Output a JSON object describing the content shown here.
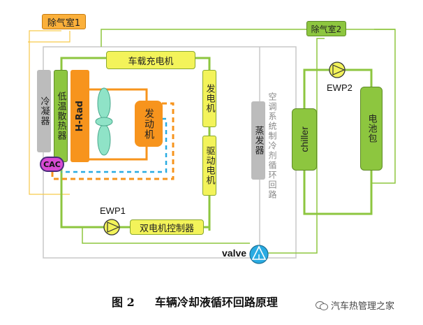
{
  "diagram": {
    "degas_chamber_1": "除气室1",
    "degas_chamber_2": "除气室2",
    "onboard_charger": "车载充电机",
    "condenser": "冷凝器",
    "low_temp_radiator": "低温散热器",
    "h_rad": "H-Rad",
    "engine": "发动机",
    "generator": "发电机",
    "drive_motor": "驱动电机",
    "evaporator": "蒸发器",
    "ac_loop_label": "空调系统制冷剂循环回路",
    "cac": "CAC",
    "ewp1": "EWP1",
    "ewp2": "EWP2",
    "dual_motor_controller": "双电机控制器",
    "chiller": "chiller",
    "battery_pack": "电池包",
    "valve": "valve"
  },
  "caption": {
    "figure_number": "图 2",
    "title": "车辆冷却液循环回路原理"
  },
  "watermark": {
    "text": "汽车热管理之家"
  },
  "colors": {
    "green_loop": "#8dc63f",
    "orange_loop": "#f7941d",
    "blue_loop": "#29abe2",
    "yellow_box": "#f3f35a",
    "green_box": "#8dc63f"
  }
}
